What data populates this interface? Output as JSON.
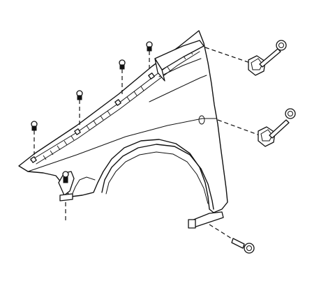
{
  "diagram": {
    "kind": "exploded-parts-illustration",
    "subject": "front-fender",
    "line_color": "#111111",
    "background": "#ffffff",
    "parts": [
      "fender-panel",
      "top-edge-clip",
      "top-edge-clip",
      "top-edge-clip",
      "top-edge-clip",
      "upper-rear-bracket",
      "upper-rear-bolt",
      "middle-rear-bracket",
      "middle-rear-bolt",
      "lower-rear-bracket",
      "lower-rear-bolt",
      "front-lower-bracket-screw"
    ]
  }
}
